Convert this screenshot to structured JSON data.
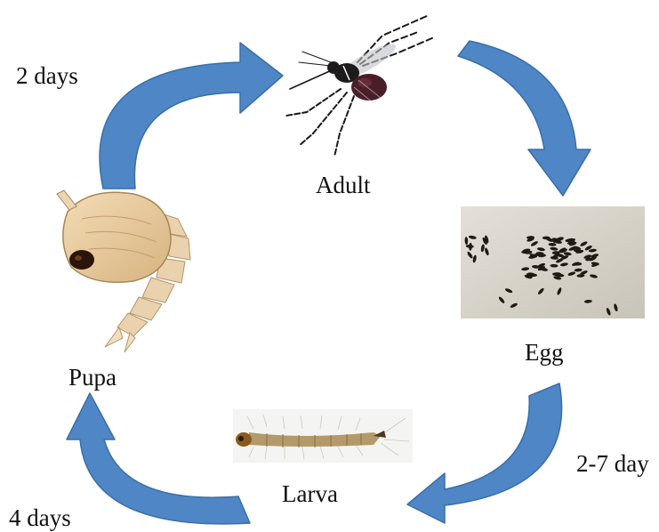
{
  "stages": {
    "adult": "Adult",
    "egg": "Egg",
    "larva": "Larva",
    "pupa": "Pupa"
  },
  "durations": {
    "pupa_to_adult": "2 days",
    "egg_to_larva": "2-7 day",
    "larva_to_pupa": "4 days"
  },
  "colors": {
    "arrow_fill": "#4f86c6",
    "arrow_stroke": "#3a6ea5",
    "egg_background": "#dad6cd",
    "egg": "#1e1a14",
    "mosquito_body": "#1e1b1c",
    "mosquito_abdomen": "#4a1e28",
    "pupa_body": "#e7caa0",
    "larva_body": "#b49a6a"
  },
  "icons": [
    "mosquito-icon",
    "egg-cluster-icon",
    "larva-icon",
    "pupa-icon"
  ]
}
